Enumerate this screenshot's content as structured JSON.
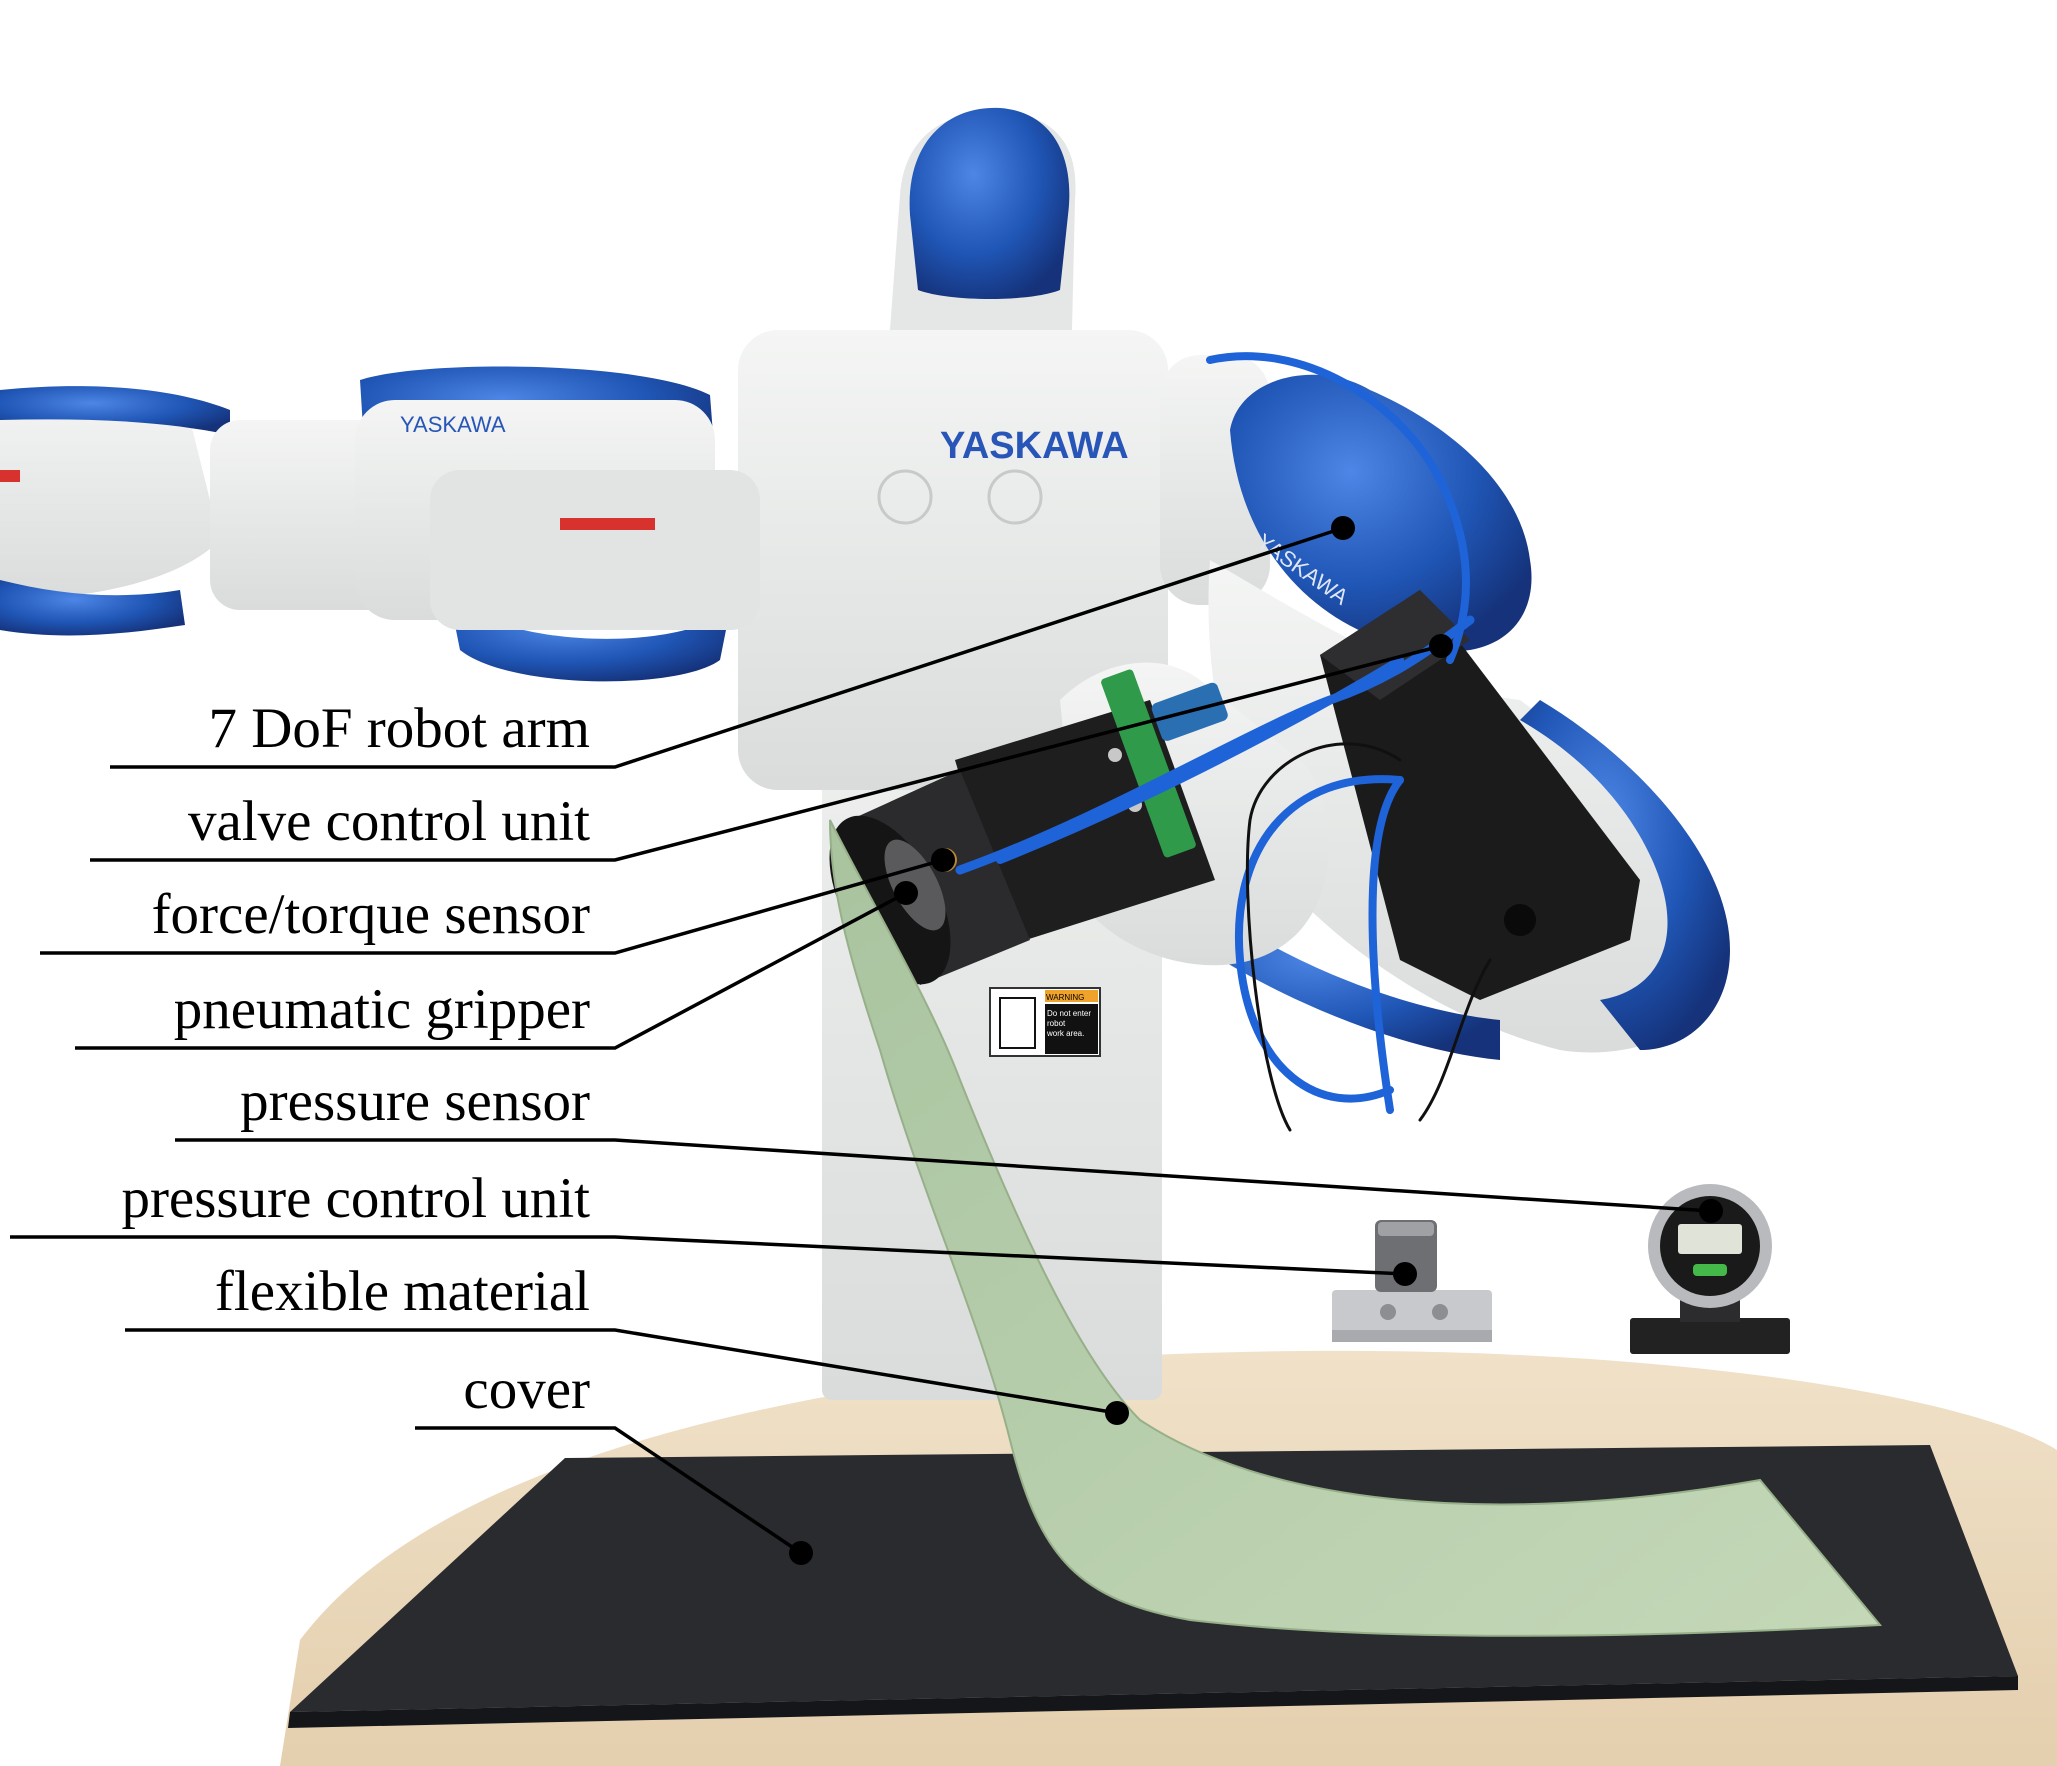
{
  "photo": {
    "robot_brand_large": "YASKAWA",
    "robot_brand_small": "YASKAWA",
    "robot_brand_arm": "YASKAWA",
    "warning_label": {
      "title": "WARNING",
      "lines": [
        "Do not enter",
        "robot",
        "work area."
      ]
    },
    "colors": {
      "robot_white": "#e9ebea",
      "robot_blue": "#1f55b4",
      "robot_dark_blue": "#15327a",
      "hose_blue": "#1f63d8",
      "gripper_black": "#1e1e1e",
      "pcb_green": "#2f9a4a",
      "fabric_green": "#b9cfae",
      "table_wood": "#eddcc2",
      "cover_black": "#2a2b2f",
      "background": "#ffffff"
    }
  },
  "annotations": [
    {
      "id": "robot-arm",
      "text": "7 DoF robot arm"
    },
    {
      "id": "valve-control-unit",
      "text": "valve control unit"
    },
    {
      "id": "force-torque-sensor",
      "text": "force/torque sensor"
    },
    {
      "id": "pneumatic-gripper",
      "text": "pneumatic gripper"
    },
    {
      "id": "pressure-sensor",
      "text": "pressure sensor"
    },
    {
      "id": "pressure-control-unit",
      "text": "pressure control unit"
    },
    {
      "id": "flexible-material",
      "text": "flexible material"
    },
    {
      "id": "cover",
      "text": "cover"
    }
  ]
}
